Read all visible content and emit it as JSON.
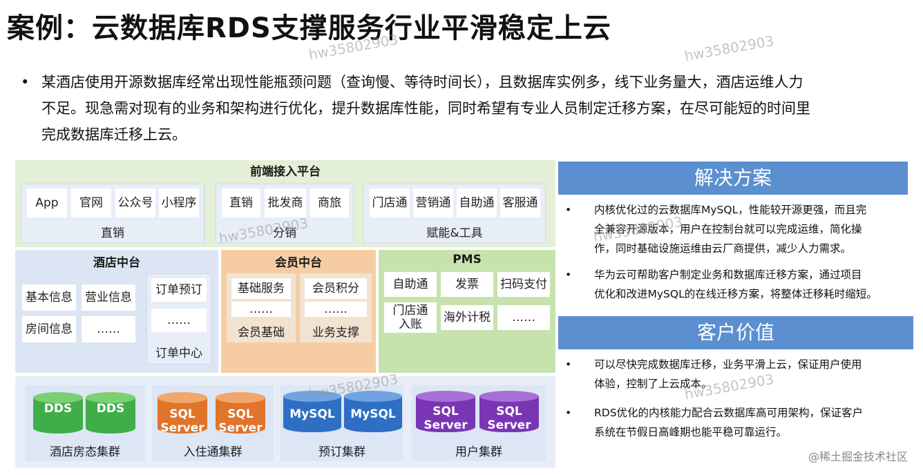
{
  "title": "案例：云数据库RDS支撑服务行业平滑稳定上云",
  "watermark": "hw35802903",
  "intro": {
    "bullet": "•",
    "lines": [
      "某酒店使用开源数据库经常出现性能瓶颈问题（查询慢、等待时间长），且数据库实例多，线下业务量大，酒店运维人力",
      "不足。现急需对现有的业务和架构进行优化，提升数据库性能，同时希望有专业人员制定迁移方案，在尽可能短的时间里",
      "完成数据库迁移上云。"
    ]
  },
  "diagram": {
    "frontend": {
      "title": "前端接入平台",
      "groups": [
        {
          "label": "直销",
          "items": [
            "App",
            "官网",
            "公众号",
            "小程序"
          ]
        },
        {
          "label": "分销",
          "items": [
            "直销",
            "批发商",
            "商旅"
          ]
        },
        {
          "label": "赋能&工具",
          "items": [
            "门店通",
            "营销通",
            "自助通",
            "客服通"
          ]
        }
      ]
    },
    "hotel_center": {
      "title": "酒店中台",
      "items": [
        "基本信息",
        "营业信息",
        "房间信息",
        "……"
      ],
      "order": {
        "top": "订单预订",
        "mid": "……",
        "label": "订单中心"
      }
    },
    "member_center": {
      "title": "会员中台",
      "left": {
        "top": "基础服务",
        "mid": "……",
        "label": "会员基础"
      },
      "right": {
        "top": "会员积分",
        "mid": "……",
        "label": "业务支撑"
      }
    },
    "pms": {
      "title": "PMS",
      "items": [
        "自助通",
        "发票",
        "扫码支付",
        "门店通\n入账",
        "海外计税",
        "……"
      ]
    },
    "clusters": [
      {
        "label": "酒店房态集群",
        "db": [
          "DDS",
          "DDS"
        ],
        "color": "#3fae49"
      },
      {
        "label": "入住通集群",
        "db": [
          "SQL\nServer",
          "SQL\nServer"
        ],
        "color": "#e0742a"
      },
      {
        "label": "预订集群",
        "db": [
          "MySQL",
          "MySQL"
        ],
        "color": "#2e6fc4"
      },
      {
        "label": "用户集群",
        "db": [
          "SQL\nServer",
          "SQL\nServer"
        ],
        "color": "#7a35b5"
      }
    ]
  },
  "solution": {
    "title": "解决方案",
    "bullets": [
      [
        "内核优化过的云数据库MySQL，性能较开源更强，而且完",
        "全兼容开源版本，用户在控制台就可以完成运维，简化操",
        "作，同时基础设施运维由云厂商提供，减少人力需求。"
      ],
      [
        "华为云可帮助客户制定业务和数据库迁移方案，通过项目",
        "优化和改进MySQL的在线迁移方案，将整体迁移耗时缩短。"
      ]
    ]
  },
  "value": {
    "title": "客户价值",
    "bullets": [
      [
        "可以尽快完成数据库迁移，业务平滑上云，保证用户使用",
        "体验，控制了上云成本。"
      ],
      [
        "RDS优化的内核能力配合云数据库高可用架构，保证客户",
        "系统在节假日高峰期也能平稳可靠运行。"
      ]
    ]
  },
  "source": "@稀土掘金技术社区"
}
